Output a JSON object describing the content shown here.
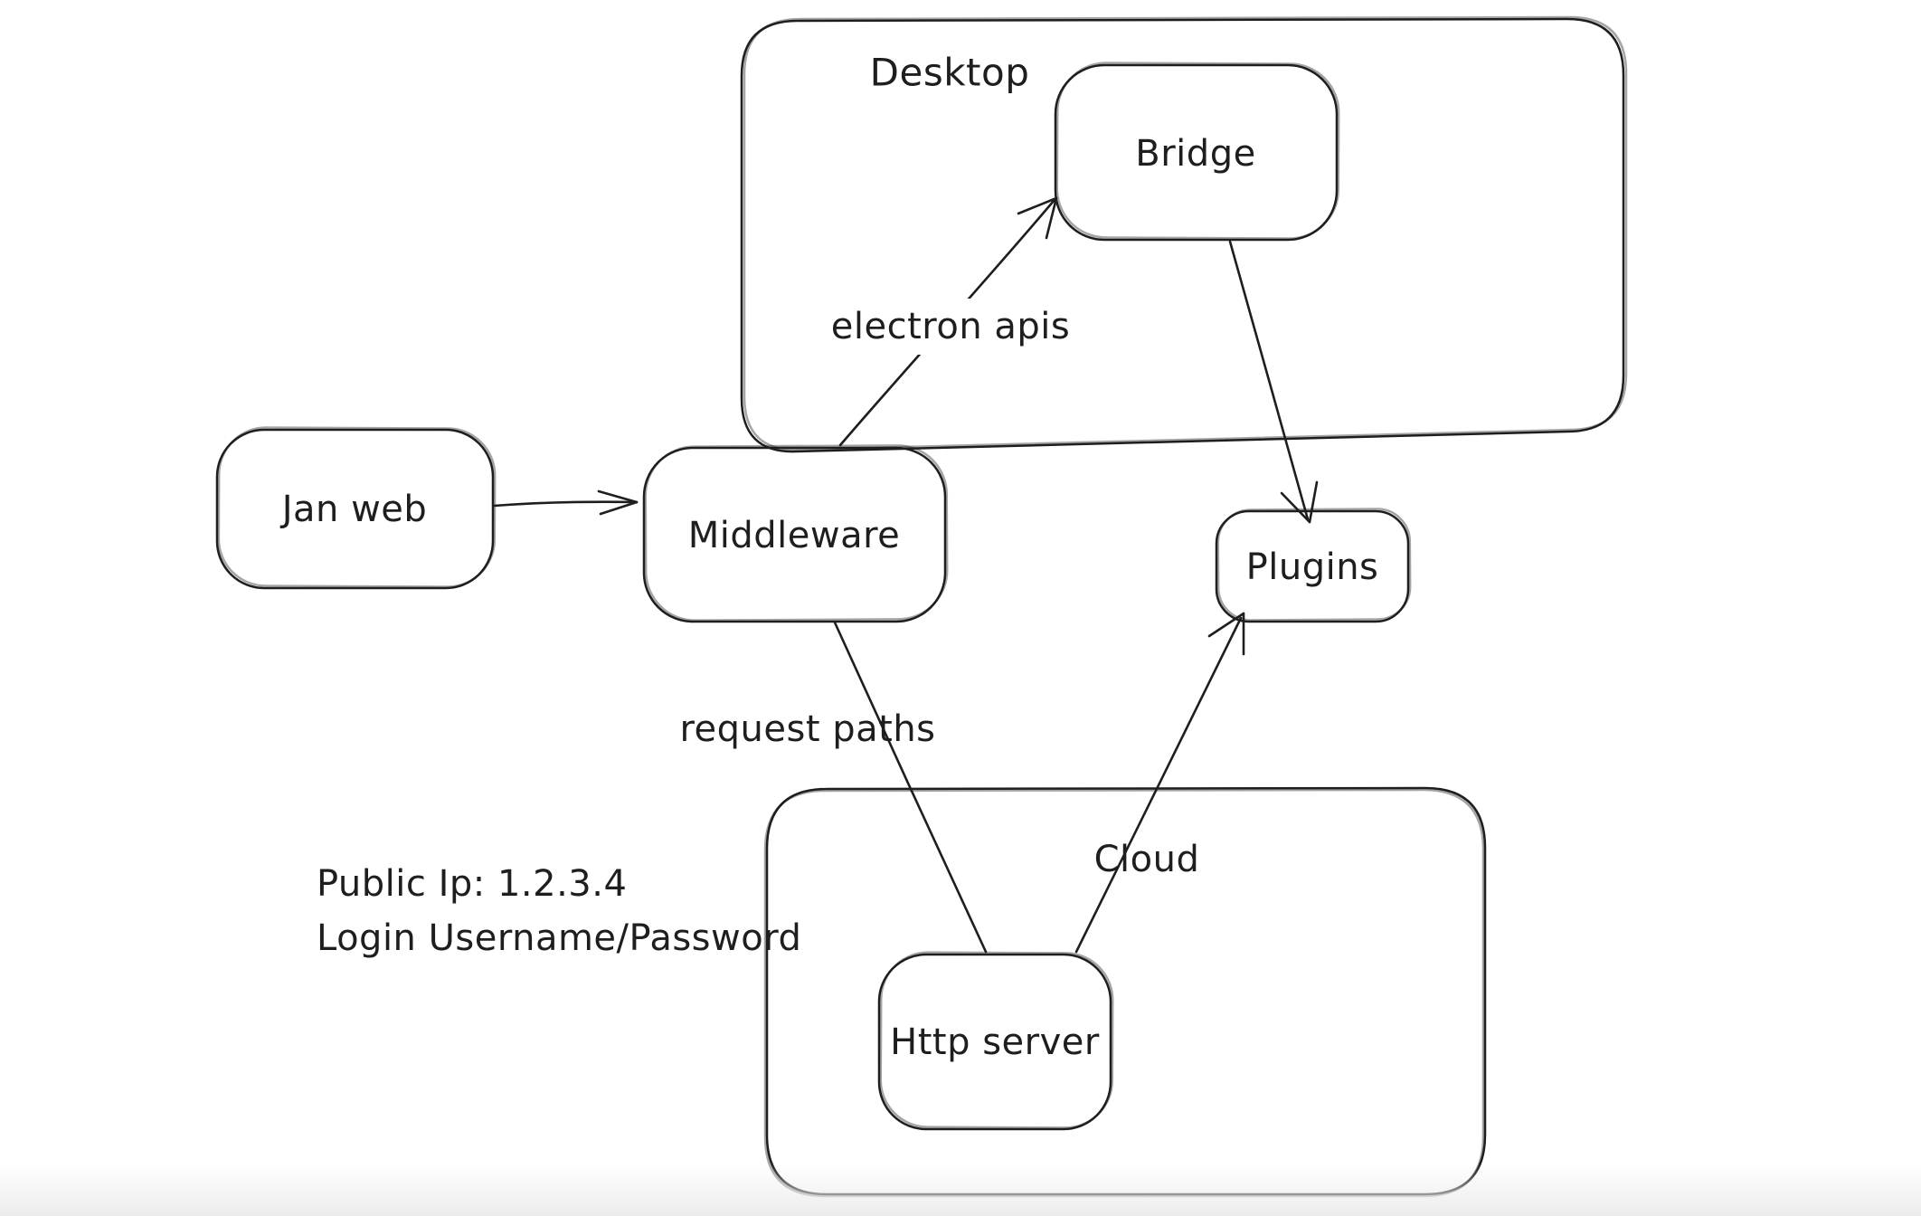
{
  "diagram": {
    "background": "#ffffff",
    "stroke_color": "#1e1e1e",
    "text_color": "#1e1e1e",
    "bottom_fade_color": "#ececec",
    "containers": {
      "desktop": {
        "label": "Desktop"
      },
      "cloud": {
        "label": "Cloud"
      }
    },
    "nodes": {
      "jan_web": {
        "label": "Jan web"
      },
      "middleware": {
        "label": "Middleware"
      },
      "bridge": {
        "label": "Bridge"
      },
      "plugins": {
        "label": "Plugins"
      },
      "http_server": {
        "label": "Http server"
      }
    },
    "edge_labels": {
      "electron_apis": "electron apis",
      "request_paths": "request paths"
    },
    "annotation": {
      "line1": "Public Ip: 1.2.3.4",
      "line2": "Login Username/Password"
    }
  }
}
